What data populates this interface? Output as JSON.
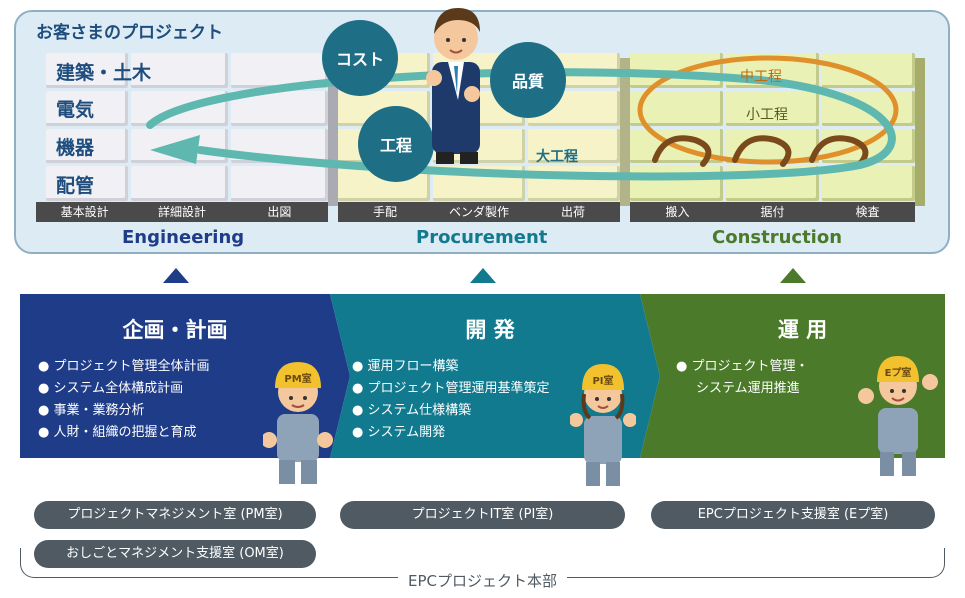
{
  "project": {
    "title": "お客さまのプロジェクト",
    "rows": [
      "建築・土木",
      "電気",
      "機器",
      "配管"
    ],
    "engineering": {
      "label": "Engineering",
      "steps": [
        "基本設計",
        "詳細設計",
        "出図"
      ]
    },
    "procurement": {
      "label": "Procurement",
      "steps": [
        "手配",
        "ベンダ製作",
        "出荷"
      ]
    },
    "construction": {
      "label": "Construction",
      "steps": [
        "搬入",
        "据付",
        "検査"
      ]
    },
    "bubbles": [
      "コスト",
      "品質",
      "工程"
    ],
    "schedule": {
      "major": "大工程",
      "middle": "中工程",
      "minor": "小工程"
    }
  },
  "departments": [
    {
      "title": "企画・計画",
      "items": [
        "● プロジェクト管理全体計画",
        "● システム全体構成計画",
        "● 事業・業務分析",
        "● 人財・組織の把握と育成"
      ],
      "helmet": "PM室",
      "office": "プロジェクトマネジメント室 (PM室)"
    },
    {
      "title": "開 発",
      "items": [
        "● 運用フロー構築",
        "● プロジェクト管理運用基準策定",
        "● システム仕様構築",
        "● システム開発"
      ],
      "helmet": "PI室",
      "office": "プロジェクトIT室 (PI室)"
    },
    {
      "title": "運 用",
      "items": [
        "● プロジェクト管理・",
        "システム運用推進"
      ],
      "helmet": "Eプ室",
      "office": "EPCプロジェクト支援室 (Eプ室)"
    }
  ],
  "extra_office": "おしごとマネジメント支援室 (OM室)",
  "division": "EPCプロジェクト本部",
  "colors": {
    "engineering": "#1f3c88",
    "procurement": "#127a8f",
    "construction": "#4a7a2a",
    "pill": "#4f5a63"
  }
}
